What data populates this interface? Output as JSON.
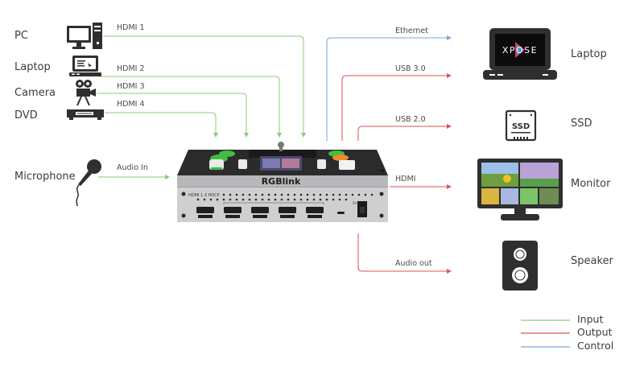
{
  "colors": {
    "input": "#8cc97a",
    "output": "#e05252",
    "control": "#7aa6d8",
    "icon": "#2f2f2f"
  },
  "sources": [
    {
      "name": "PC",
      "icon": "desktop-pc-icon"
    },
    {
      "name": "Laptop",
      "icon": "laptop-icon"
    },
    {
      "name": "Camera",
      "icon": "movie-camera-icon"
    },
    {
      "name": "DVD",
      "icon": "dvd-player-icon"
    },
    {
      "name": "Microphone",
      "icon": "microphone-icon"
    }
  ],
  "input_links": [
    {
      "label": "HDMI 1",
      "from": "PC"
    },
    {
      "label": "HDMI 2",
      "from": "Laptop"
    },
    {
      "label": "HDMI 3",
      "from": "Camera"
    },
    {
      "label": "HDMI 4",
      "from": "DVD"
    },
    {
      "label": "Audio In",
      "from": "Microphone"
    }
  ],
  "device": {
    "brand": "RGBlink",
    "panel_text": "HDMI 1.3 HDCP",
    "power_text": "5V 2A"
  },
  "output_links": [
    {
      "label": "Ethernet",
      "to": "Laptop",
      "kind": "control"
    },
    {
      "label": "USB 3.0",
      "to": "Laptop",
      "kind": "output"
    },
    {
      "label": "USB 2.0",
      "to": "SSD",
      "kind": "output"
    },
    {
      "label": "HDMI",
      "to": "Monitor",
      "kind": "output"
    },
    {
      "label": "Audio out",
      "to": "Speaker",
      "kind": "output"
    }
  ],
  "destinations": [
    {
      "name": "Laptop",
      "icon": "laptop-xpose-icon",
      "screen_text": "XPOSE"
    },
    {
      "name": "SSD",
      "icon": "ssd-icon",
      "screen_text": "SSD"
    },
    {
      "name": "Monitor",
      "icon": "monitor-icon"
    },
    {
      "name": "Speaker",
      "icon": "speaker-icon"
    }
  ],
  "legend": [
    {
      "label": "Input",
      "kind": "input"
    },
    {
      "label": "Output",
      "kind": "output"
    },
    {
      "label": "Control",
      "kind": "control"
    }
  ]
}
